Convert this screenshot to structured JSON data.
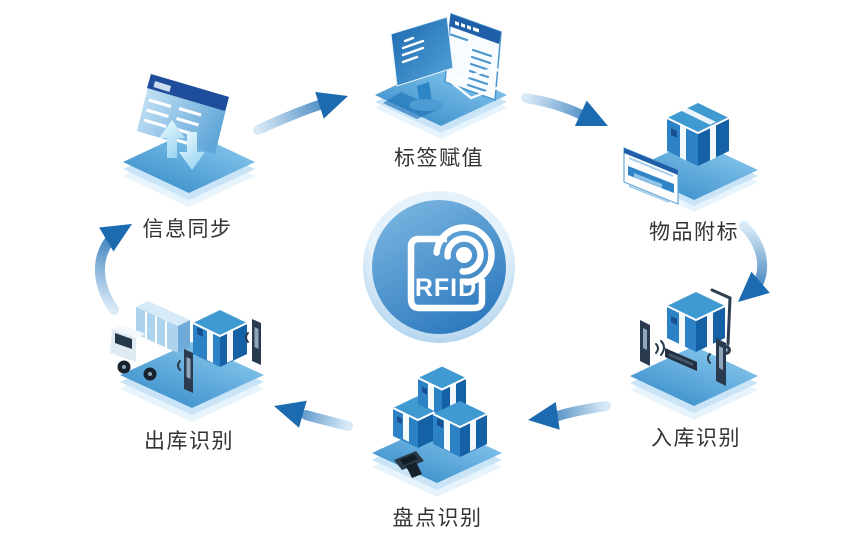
{
  "diagram": {
    "background": "#ffffff",
    "center": {
      "label": "RFID",
      "icon": "rfid-signal-badge-icon",
      "colors": {
        "circle_light": "#79b5e0",
        "circle_dark": "#2b77bd",
        "ring": "#a6cdea",
        "glyph": "#ffffff"
      }
    },
    "nodes": [
      {
        "id": "tag-assignment",
        "label": "标签赋值",
        "icon": "computer-monitor-document-icon",
        "position": "top"
      },
      {
        "id": "item-tagging",
        "label": "物品附标",
        "icon": "package-box-rfid-label-icon",
        "position": "top-right"
      },
      {
        "id": "inbound-recognition",
        "label": "入库识别",
        "icon": "trolley-box-gate-readers-icon",
        "position": "bottom-right"
      },
      {
        "id": "inventory-recognition",
        "label": "盘点识别",
        "icon": "stacked-boxes-handheld-scanner-icon",
        "position": "bottom"
      },
      {
        "id": "outbound-recognition",
        "label": "出库识别",
        "icon": "truck-box-gate-readers-icon",
        "position": "bottom-left"
      },
      {
        "id": "info-sync",
        "label": "信息同步",
        "icon": "document-sync-arrows-icon",
        "position": "top-left"
      }
    ],
    "flow": [
      {
        "from": "信息同步",
        "to": "标签赋值"
      },
      {
        "from": "标签赋值",
        "to": "物品附标"
      },
      {
        "from": "物品附标",
        "to": "入库识别"
      },
      {
        "from": "入库识别",
        "to": "盘点识别"
      },
      {
        "from": "盘点识别",
        "to": "出库识别"
      },
      {
        "from": "出库识别",
        "to": "信息同步"
      }
    ],
    "colors": {
      "arrow_dark": "#1c6bb1",
      "arrow_light": "#d9eaf7",
      "label_text": "#333333",
      "platform_top_dark": "#2f86c6",
      "platform_top_light": "#8ccbef",
      "platform_mid": "#c9e4f7",
      "platform_bottom": "#e8f4fc",
      "box_top": "#3f9ad2",
      "box_left": "#2c82c4",
      "box_right": "#1561a6",
      "reader_pillar": "#2b3b4f"
    }
  }
}
